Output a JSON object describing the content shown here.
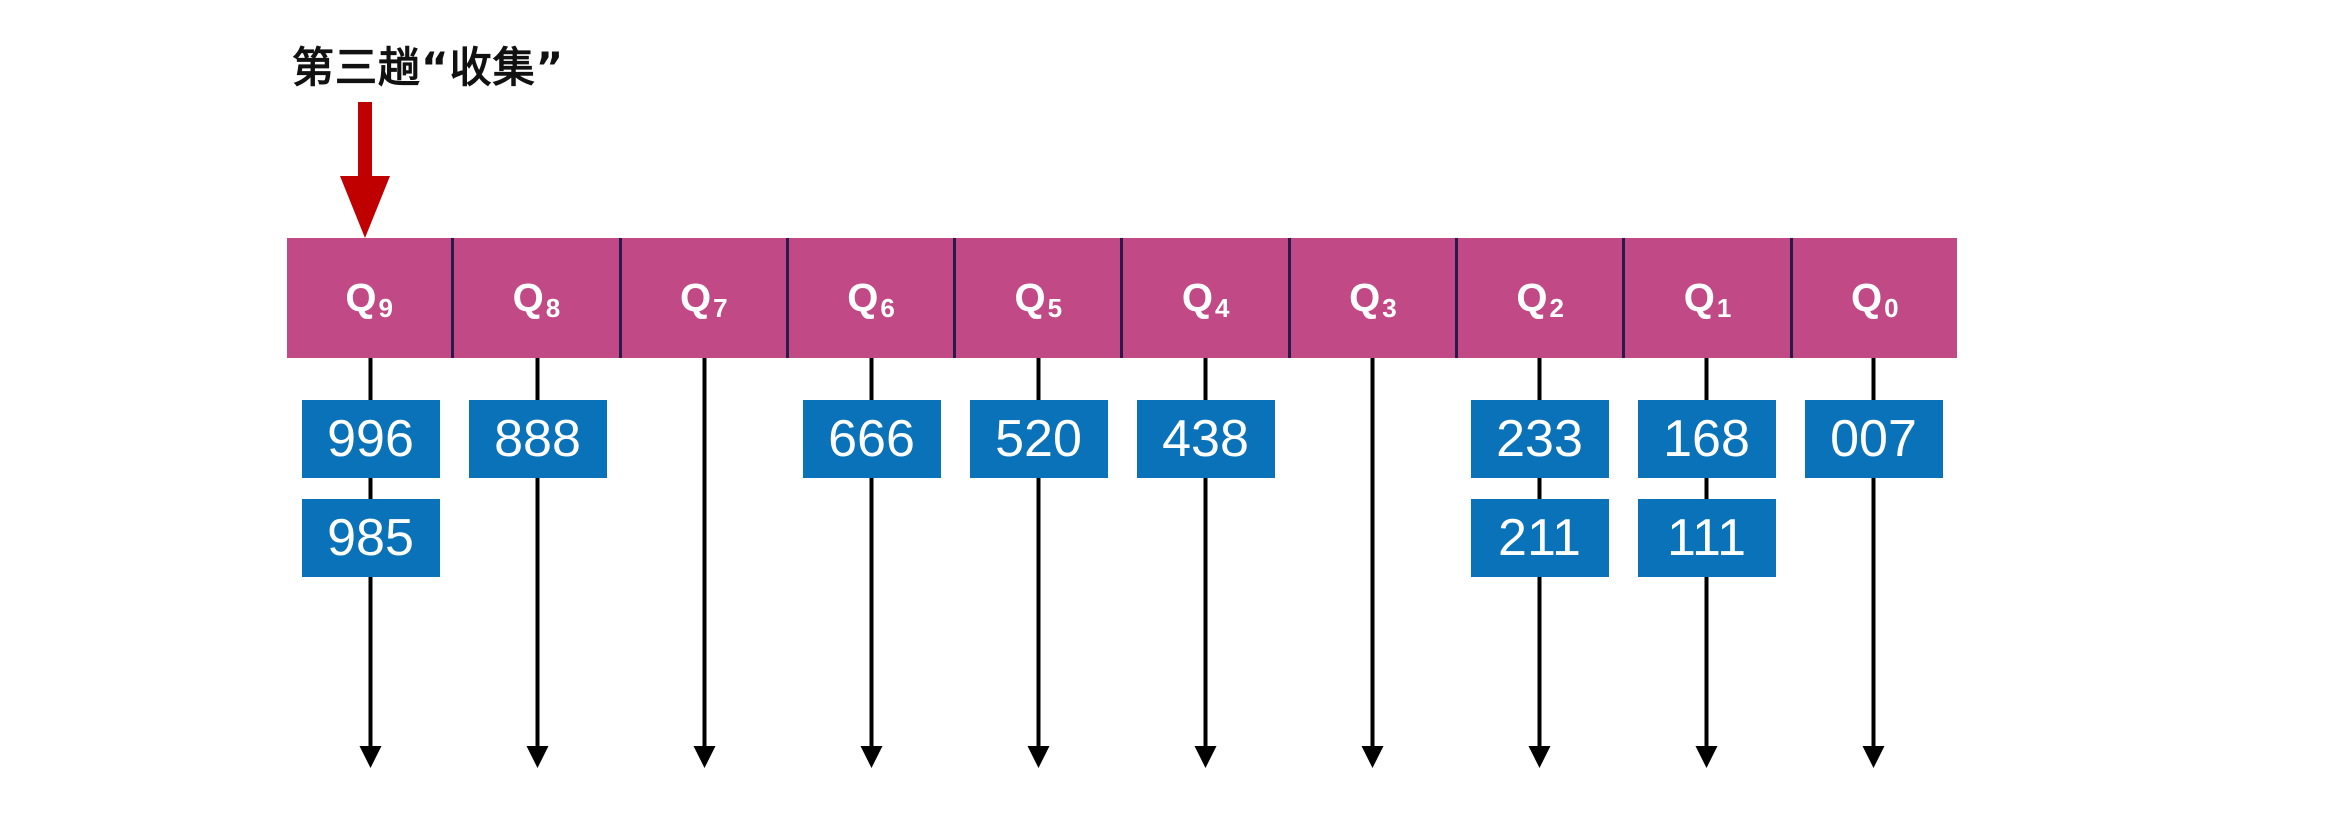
{
  "title": "第三趟“收集”",
  "colors": {
    "header": "#c14a86",
    "box": "#0a72b8",
    "pointer": "#c00000",
    "line": "#000000"
  },
  "queues": [
    {
      "label": "Q",
      "sub": "9",
      "items": [
        "996",
        "985"
      ]
    },
    {
      "label": "Q",
      "sub": "8",
      "items": [
        "888"
      ]
    },
    {
      "label": "Q",
      "sub": "7",
      "items": []
    },
    {
      "label": "Q",
      "sub": "6",
      "items": [
        "666"
      ]
    },
    {
      "label": "Q",
      "sub": "5",
      "items": [
        "520"
      ]
    },
    {
      "label": "Q",
      "sub": "4",
      "items": [
        "438"
      ]
    },
    {
      "label": "Q",
      "sub": "3",
      "items": []
    },
    {
      "label": "Q",
      "sub": "2",
      "items": [
        "233",
        "211"
      ]
    },
    {
      "label": "Q",
      "sub": "1",
      "items": [
        "168",
        "111"
      ]
    },
    {
      "label": "Q",
      "sub": "0",
      "items": [
        "007"
      ]
    }
  ]
}
